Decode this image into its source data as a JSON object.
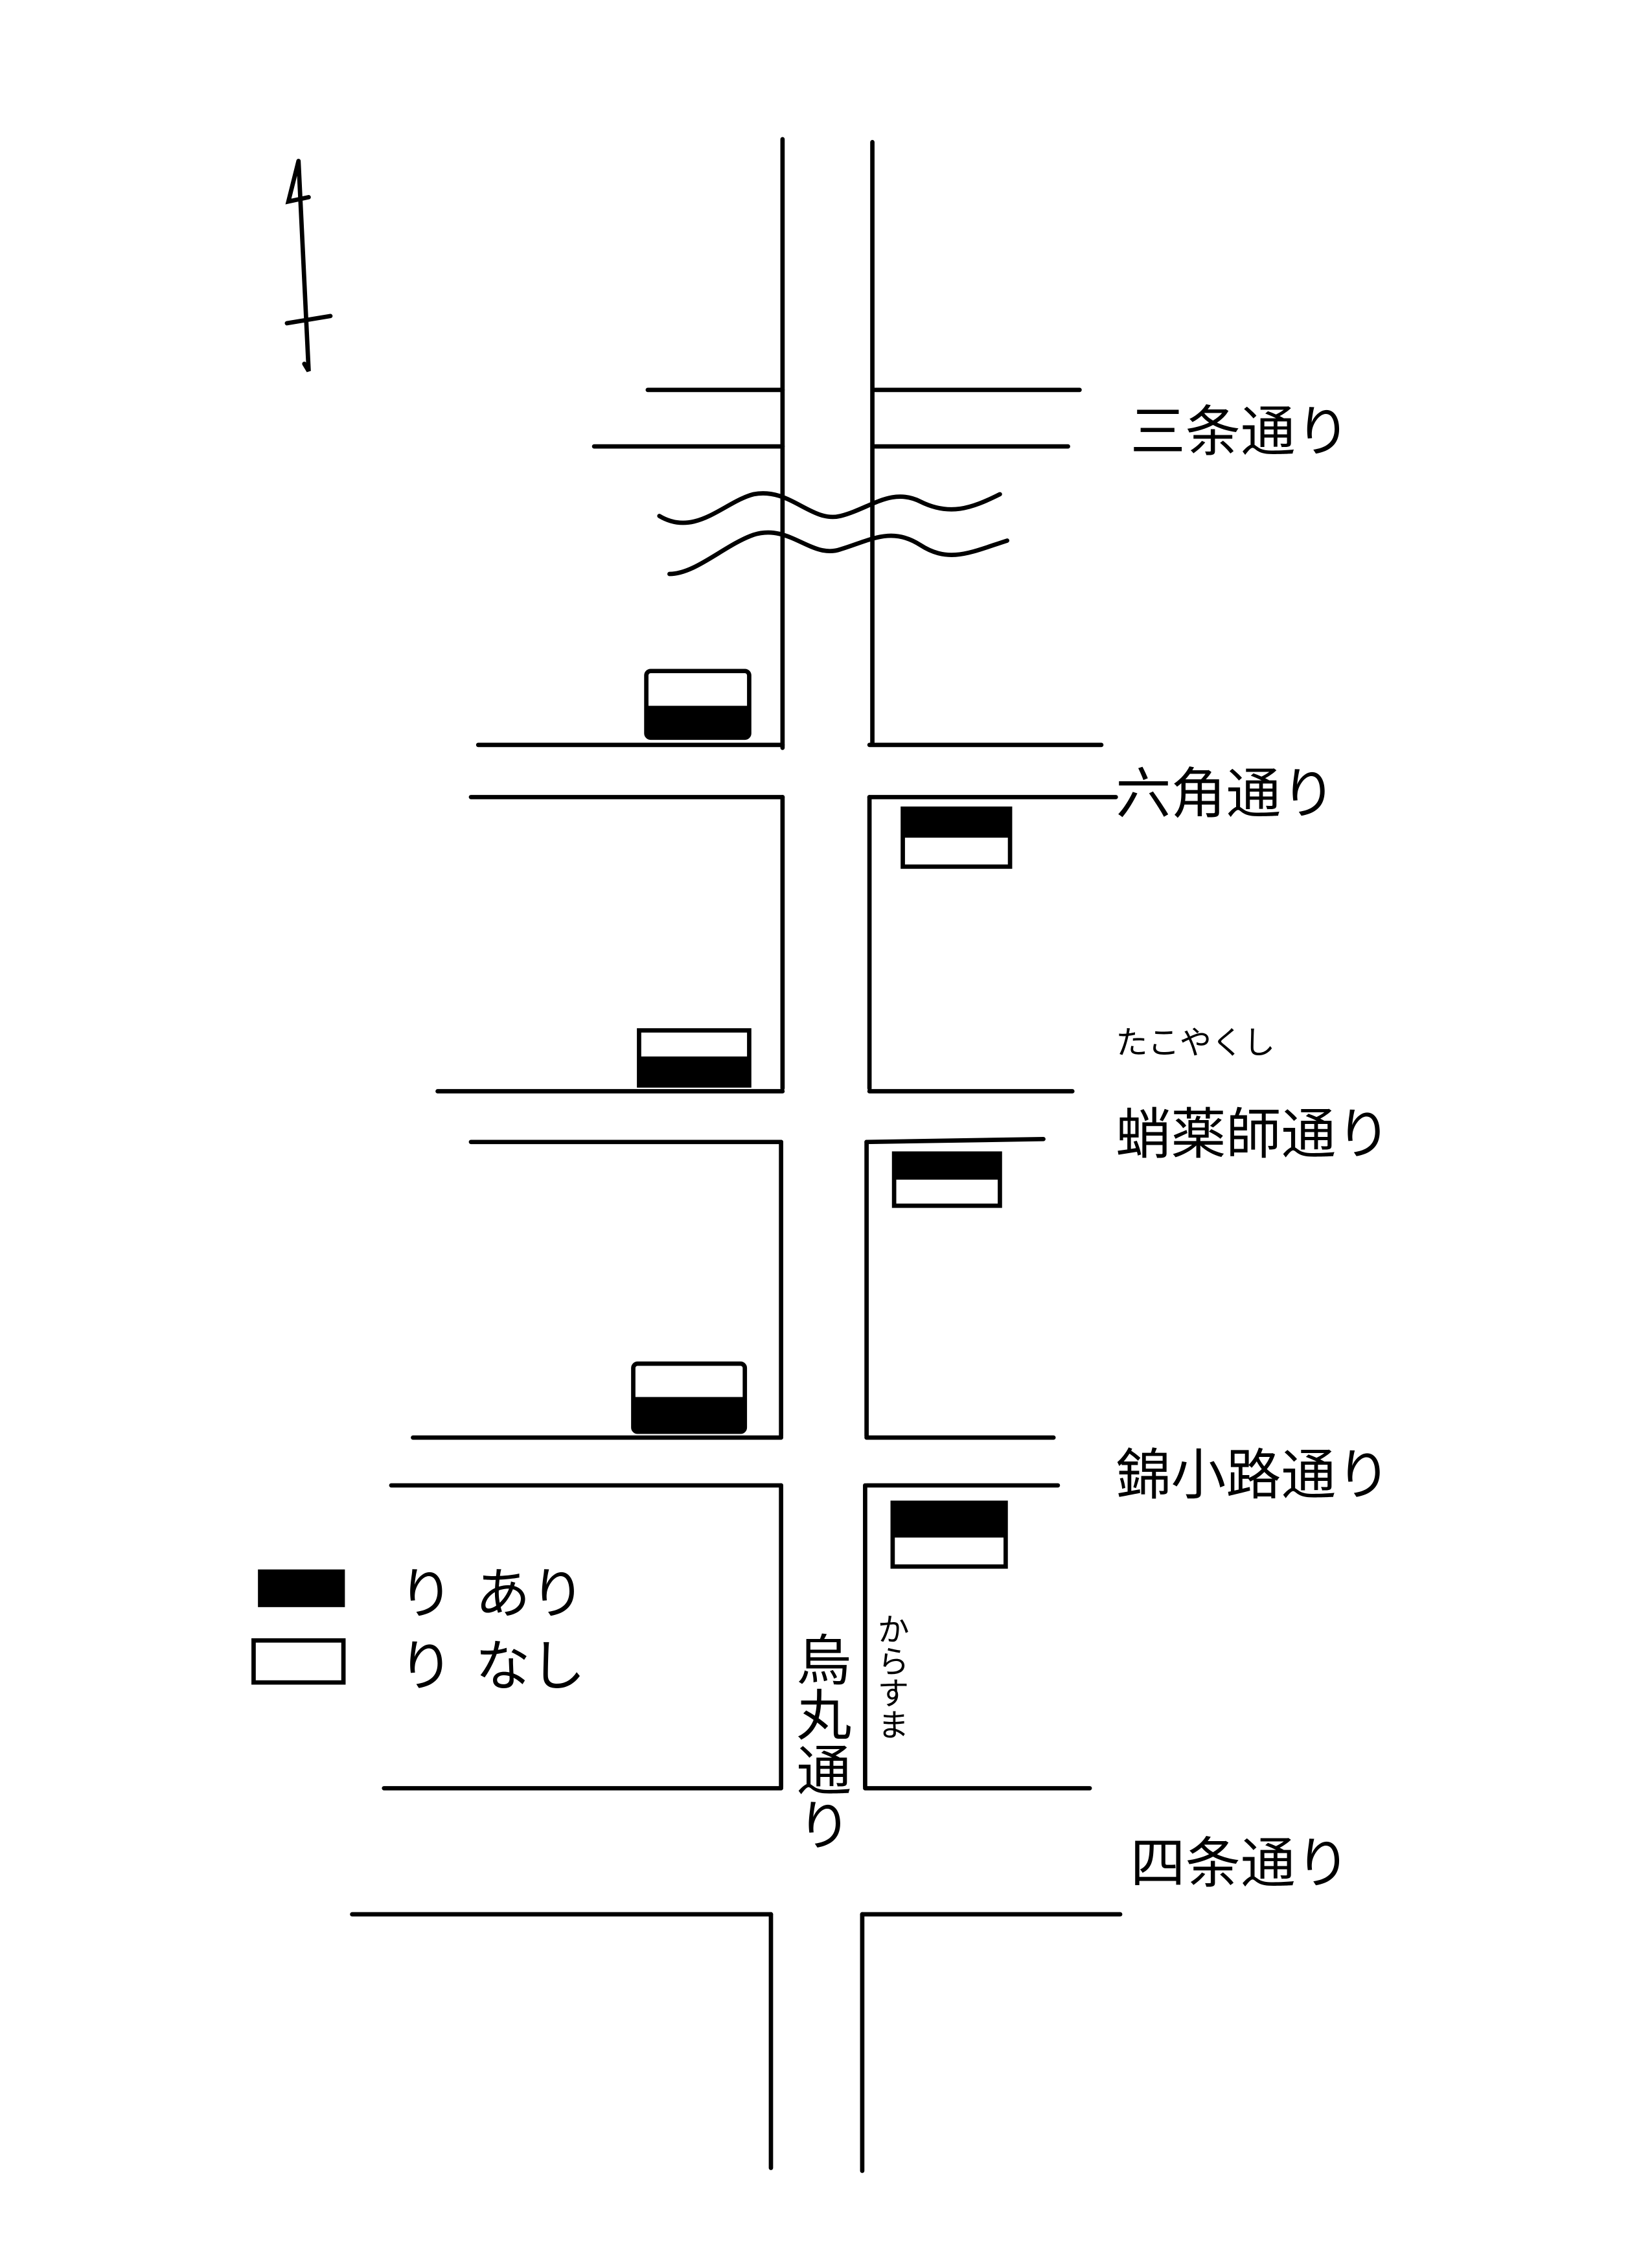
{
  "map": {
    "streets": {
      "sanjo": "三条通り",
      "rokkaku": "六角通り",
      "takoyakushi_reading": "たこやくし",
      "takoyakushi": "蛸薬師通り",
      "nishikikoji": "錦小路通り",
      "shijo": "四条通り",
      "karasuma": "烏丸通り",
      "karasuma_reading": "からすま"
    },
    "legend": {
      "items": [
        {
          "symbol": "り",
          "label": "あり",
          "style": "filled"
        },
        {
          "symbol": "り",
          "label": "なし",
          "style": "empty"
        }
      ]
    },
    "north_arrow_icon": "north-arrow-icon",
    "colors": {
      "ink": "#000000",
      "paper": "#ffffff"
    }
  }
}
